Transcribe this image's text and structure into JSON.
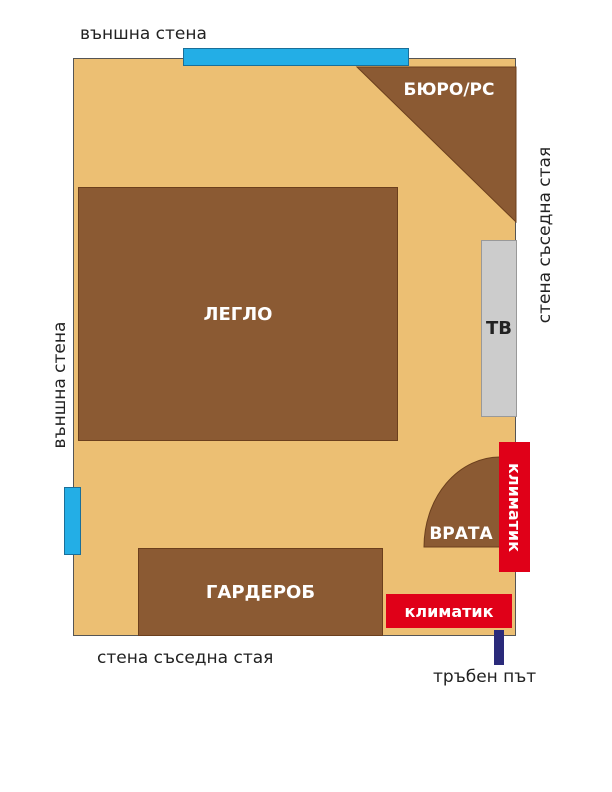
{
  "walls": {
    "top": "външна стена",
    "left": "външна стена",
    "right": "стена съседна стая",
    "bottom": "стена съседна стая"
  },
  "furniture": {
    "desk": "БЮРО/PC",
    "bed": "ЛЕГЛО",
    "tv": "ТВ",
    "wardrobe": "ГАРДЕРОБ",
    "door": "ВРАТА"
  },
  "ac": {
    "wall_unit": "климатик",
    "floor_unit": "климатик"
  },
  "pipe_label": "тръбен път",
  "colors": {
    "floor": "#ecbf73",
    "furniture": "#8b5a33",
    "window": "#23aee6",
    "tv": "#cccccc",
    "ac": "#e00018",
    "pipe": "#2a2a7a"
  }
}
